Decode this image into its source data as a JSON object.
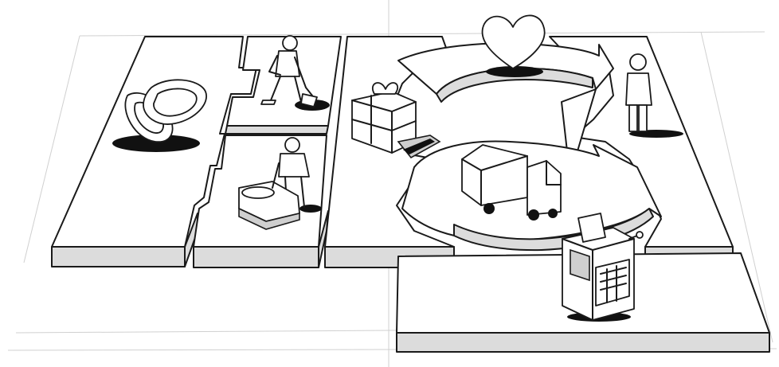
{
  "canvas": {
    "background": "#ffffff",
    "ink_color": "#1a1a1a",
    "block_side_color": "#dcdcdc"
  },
  "blocks": [
    {
      "id": "key-partners",
      "icon": "rings-icon"
    },
    {
      "id": "key-activities",
      "icon": "digging-person-icon"
    },
    {
      "id": "key-resources",
      "icon": "person-with-machine-icon"
    },
    {
      "id": "value-proposition",
      "icon": "gift-box-icon"
    },
    {
      "id": "customer-relationships",
      "icon": "heart-icon"
    },
    {
      "id": "customer-segments",
      "icon": "standing-person-icon"
    },
    {
      "id": "channels",
      "icon": "truck-icon"
    },
    {
      "id": "revenue-streams",
      "icon": "cash-register-icon"
    }
  ]
}
